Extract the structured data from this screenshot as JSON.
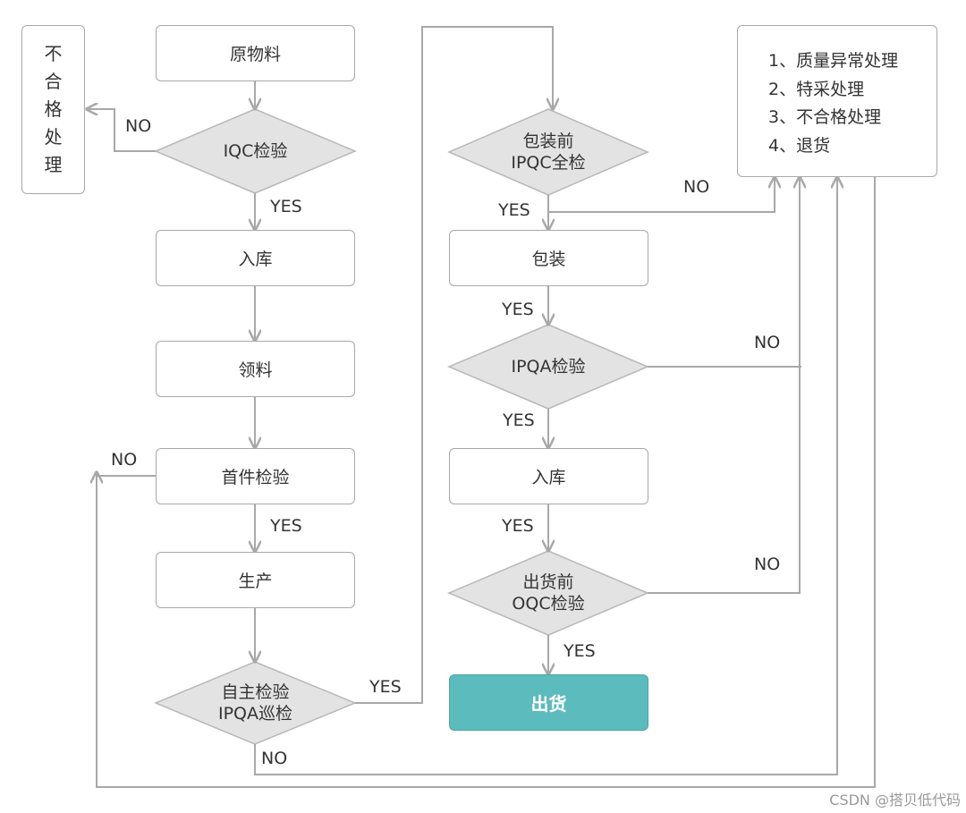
{
  "boxes": {
    "raw_material": "原物料",
    "storage_1": "入库",
    "picking": "领料",
    "first_article": "首件检验",
    "production": "生产",
    "packing": "包装",
    "storage_2": "入库",
    "shipping": "出货"
  },
  "decisions": {
    "iqc": [
      "IQC检验"
    ],
    "self_inspection": [
      "自主检验",
      "IPQA巡检"
    ],
    "pre_pack": [
      "包装前",
      "IPQC全检"
    ],
    "ipqa": [
      "IPQA检验"
    ],
    "oqc": [
      "出货前",
      "OQC检验"
    ]
  },
  "reject_box": [
    "不",
    "合",
    "格",
    "处",
    "理"
  ],
  "legend": [
    "1、质量异常处理",
    "2、特采处理",
    "3、不合格处理",
    "4、退货"
  ],
  "labels": {
    "yes": "YES",
    "no": "NO"
  },
  "watermark": "CSDN @搭贝低代码",
  "colors": {
    "line": "#a8a8a8",
    "diamond_fill": "#e3e3e3",
    "final_fill": "#5cbbbd"
  }
}
